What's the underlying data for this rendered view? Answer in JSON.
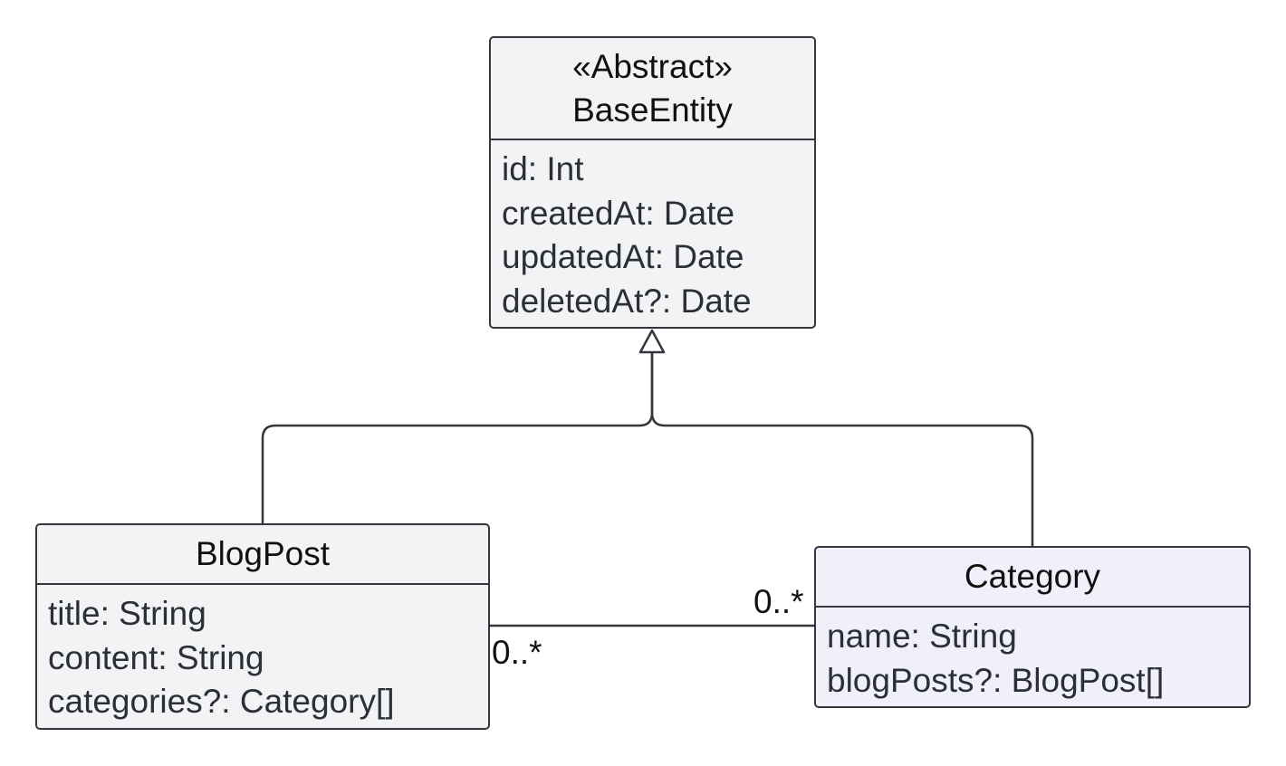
{
  "classes": {
    "base_entity": {
      "stereotype": "«Abstract»",
      "name": "BaseEntity",
      "attributes": [
        "id: Int",
        "createdAt: Date",
        "updatedAt: Date",
        "deletedAt?: Date"
      ]
    },
    "blog_post": {
      "name": "BlogPost",
      "attributes": [
        "title: String",
        "content: String",
        "categories?: Category[]"
      ]
    },
    "category": {
      "name": "Category",
      "attributes": [
        "name: String",
        "blogPosts?: BlogPost[]"
      ]
    }
  },
  "relations": {
    "association": {
      "blog_post_multiplicity": "0..*",
      "category_multiplicity": "0..*"
    }
  },
  "colors": {
    "border": "#33373d",
    "default_fill": "#f2f3f5",
    "highlight_fill": "#f0f0fb",
    "text": "#111111"
  }
}
